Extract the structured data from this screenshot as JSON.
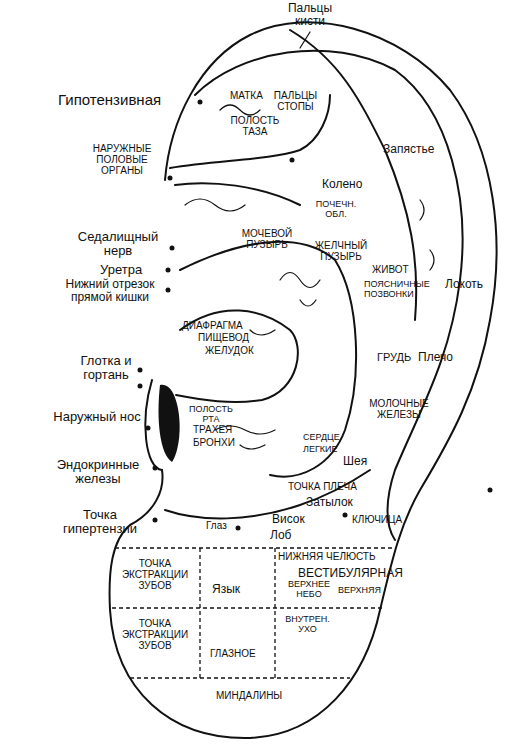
{
  "diagram": {
    "labels": [
      "Пальцы кисти",
      "Гипотензивная",
      "МАТКА",
      "ПАЛЬЦЫ СТОПЫ",
      "НАРУЖНЫЕ ПОЛОВЫЕ ОРГАНЫ",
      "ПОЛОСТЬ ТАЗА",
      "Запястье",
      "Колено",
      "ПОЧЕЧН. ОБЛ.",
      "Седалищный нерв",
      "МОЧЕВОЙ ПУЗЫРЬ",
      "ЖЕЛЧНЫЙ ПУЗЫРЬ",
      "Уретра",
      "ЖИВОТ",
      "Нижний отрезок прямой кишки",
      "Локоть",
      "ПОЯСНИЧНЫЕ ПОЗВОНКИ",
      "ДИАФРАГМА",
      "ПИЩЕВОД",
      "ЖЕЛУДОК",
      "Глотка и гортань",
      "ГРУДЬ",
      "Плечо",
      "Наружный нос",
      "ПОЛОСТЬ РТА",
      "МОЛОЧНЫЕ ЖЕЛЕЗЫ",
      "ТРАХЕЯ",
      "БРОНХИ",
      "СЕРДЦЕ",
      "ЛЕГКИЕ",
      "Шея",
      "Эндокринные железы",
      "ТОЧКА ПЛЕЧА",
      "Затылок",
      "Точка гипертензии",
      "Висок",
      "КЛЮЧИЦА",
      "Глаз",
      "Лоб",
      "НИЖНЯЯ ЧЕЛЮСТЬ",
      "ТОЧКА ЭКСТРАКЦИИ ЗУБОВ",
      "Язык",
      "ВЕСТИБУЛЯРНАЯ",
      "ВЕРХНЕЕ НЕБО",
      "ВЕРХНЯЯ",
      "ТОЧКА ЭКСТРАКЦИИ ЗУБОВ",
      "ГЛАЗНОЕ",
      "ВНУТРЕН. УХО",
      "МИНДАЛИНЫ"
    ]
  }
}
